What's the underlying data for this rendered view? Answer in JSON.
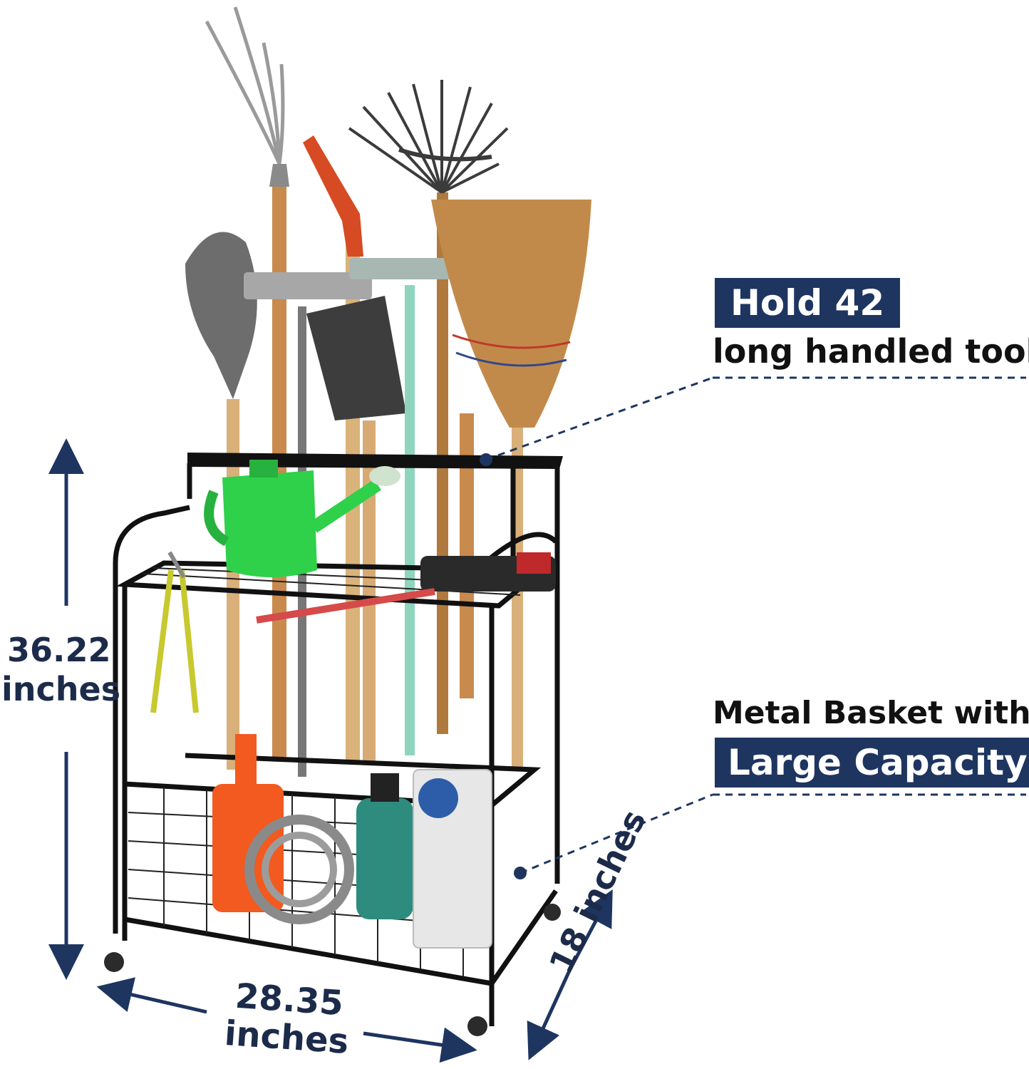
{
  "callouts": {
    "capacity_highlight": "Hold 42",
    "capacity_text": "long handled tools",
    "basket_text": "Metal Basket with",
    "basket_highlight": "Large Capacity"
  },
  "dimensions": {
    "height_value": "36.22",
    "height_unit": "inches",
    "width_value": "28.35",
    "width_unit": "inches",
    "depth_text": "18 inches"
  },
  "colors": {
    "accent_navy": "#1e3560",
    "rack_black": "#111111",
    "watering_can_green": "#2fd04a",
    "handle_wood": "#c98a4e"
  }
}
